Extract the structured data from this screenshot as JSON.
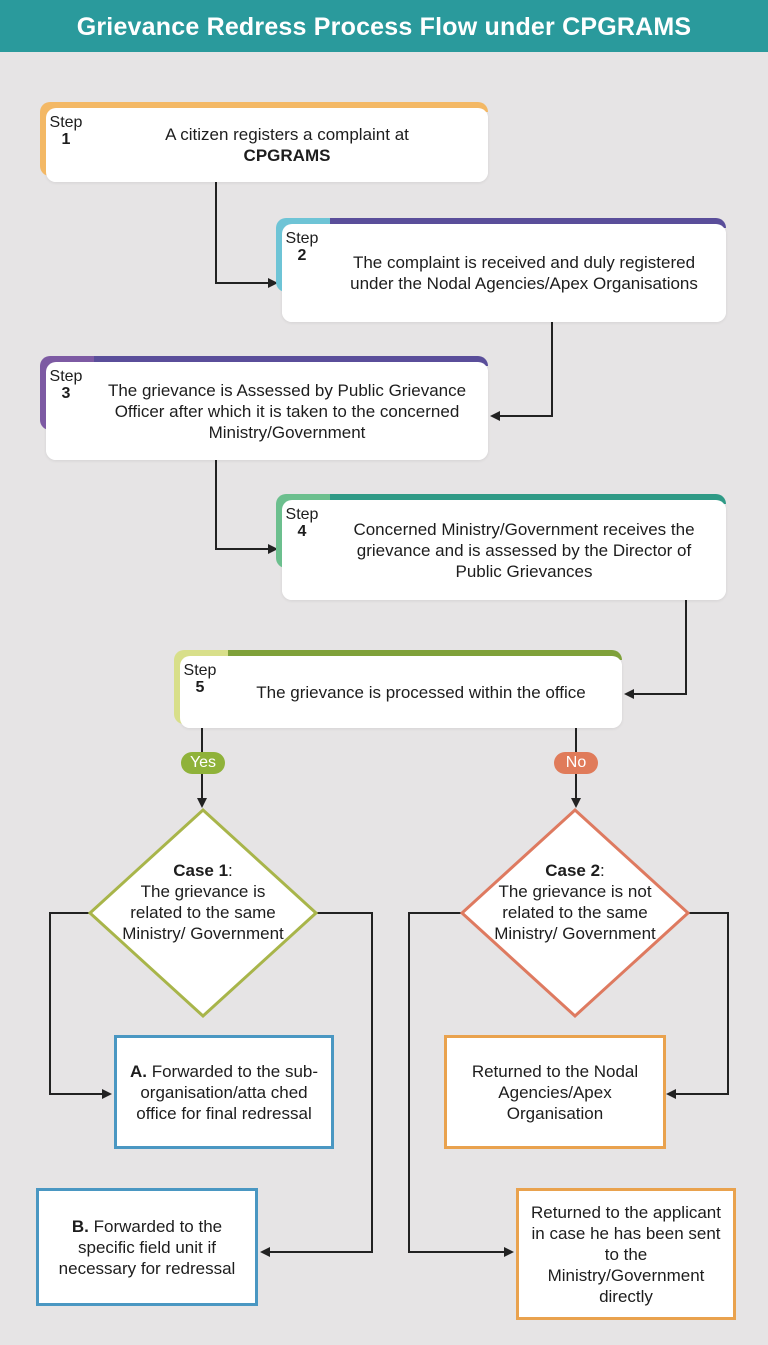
{
  "title": "Grievance Redress Process Flow under CPGRAMS",
  "step_word": "Step",
  "steps": [
    {
      "num": "1",
      "text": "A citizen registers a complaint at",
      "bold": "CPGRAMS"
    },
    {
      "num": "2",
      "text": "The complaint is received and duly registered under the Nodal Agencies/Apex Organisations"
    },
    {
      "num": "3",
      "text": "The grievance is Assessed by Public Grievance Officer after which it is taken to the concerned Ministry/Government"
    },
    {
      "num": "4",
      "text": "Concerned Ministry/Government receives the grievance and is assessed by the Director of Public Grievances"
    },
    {
      "num": "5",
      "text": "The grievance is processed within the office"
    }
  ],
  "yes_label": "Yes",
  "no_label": "No",
  "case1": {
    "title": "Case 1",
    "colon": ":",
    "text": "The grievance is related to the same Ministry/ Government"
  },
  "case2": {
    "title": "Case 2",
    "colon": ":",
    "text": "The grievance is not related to the same Ministry/ Government"
  },
  "box_a": {
    "prefix": "A.",
    "text": "Forwarded to the sub-organisation/atta ched office for final redressal"
  },
  "box_b": {
    "prefix": "B.",
    "text": "Forwarded to the specific field unit if necessary for redressal"
  },
  "box_c": {
    "text": "Returned to the Nodal Agencies/Apex Organisation"
  },
  "box_d": {
    "text": "Returned to the applicant in case he has been sent to the Ministry/Government directly"
  },
  "colors": {
    "header": "#2a9a9c",
    "step1": "#f3b865",
    "step2": "#6ec4d6",
    "step3": "#7d5aa3",
    "step4": "#6cbf8e",
    "step5": "#d8df8a",
    "yes": "#8fb23a",
    "no": "#e07b5a",
    "case1_border": "#a8b54a",
    "case2_border": "#de7a60",
    "blue_box": "#4a97c2",
    "orange_box": "#e9a24e"
  }
}
